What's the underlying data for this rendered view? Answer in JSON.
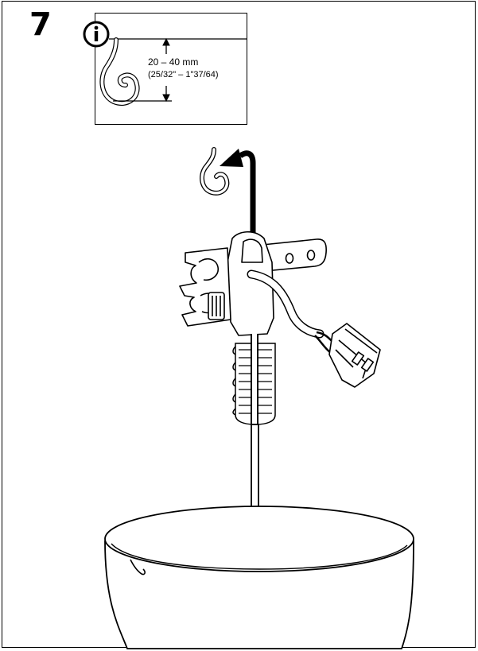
{
  "step": {
    "number": "7"
  },
  "info": {
    "icon": "info-icon",
    "measure_metric": "20 – 40 mm",
    "measure_imperial": "(25/32\" – 1\"37/64)"
  },
  "illustration": {
    "objects": [
      "ceiling-hook-icon",
      "cord-grip-clamp",
      "cable",
      "connector-plug",
      "lamp-shade"
    ],
    "action": "hang cord on ceiling hook"
  }
}
